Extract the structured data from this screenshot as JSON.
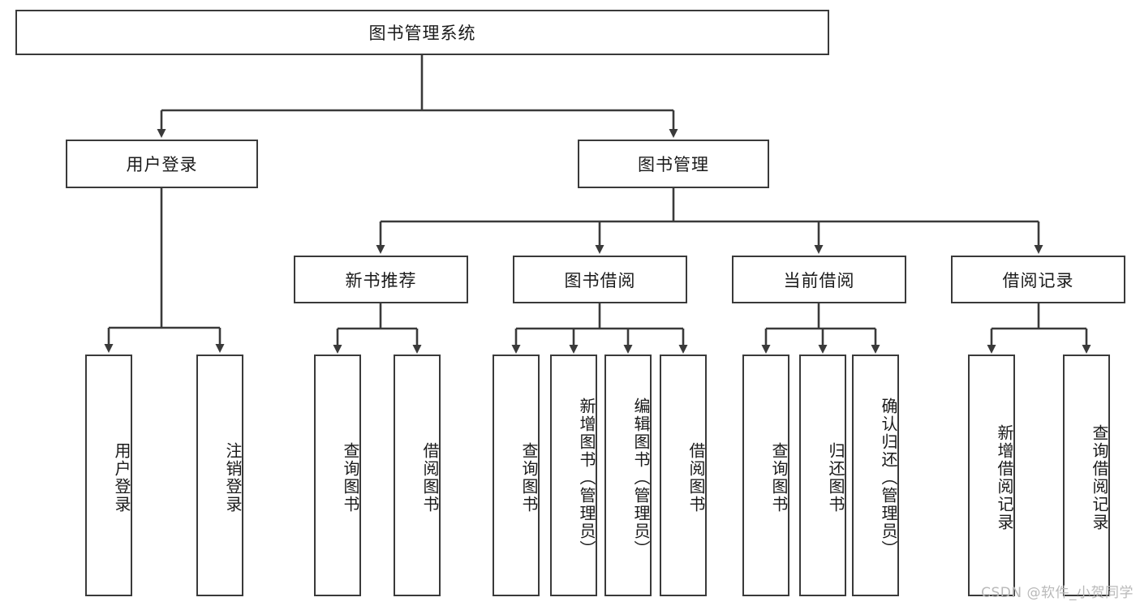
{
  "diagram": {
    "type": "tree-hierarchy",
    "root": {
      "label": "图书管理系统"
    },
    "level1": [
      {
        "label": "用户登录"
      },
      {
        "label": "图书管理"
      }
    ],
    "level2": [
      {
        "label": "新书推荐"
      },
      {
        "label": "图书借阅"
      },
      {
        "label": "当前借阅"
      },
      {
        "label": "借阅记录"
      }
    ],
    "leaves": {
      "user_login": [
        {
          "label": "用户登录"
        },
        {
          "label": "注销登录"
        }
      ],
      "new_book_recommend": [
        {
          "label": "查询图书"
        },
        {
          "label": "借阅图书"
        }
      ],
      "book_borrow": [
        {
          "label": "查询图书"
        },
        {
          "label": "新增图书（管理员）"
        },
        {
          "label": "编辑图书（管理员）"
        },
        {
          "label": "借阅图书"
        }
      ],
      "current_borrow": [
        {
          "label": "查询图书"
        },
        {
          "label": "归还图书"
        },
        {
          "label": "确认归还（管理员）"
        }
      ],
      "borrow_record": [
        {
          "label": "新增借阅记录"
        },
        {
          "label": "查询借阅记录"
        }
      ]
    }
  },
  "watermark": {
    "text": "CSDN @软件_小贺同学"
  },
  "colors": {
    "stroke": "#3a3a3a",
    "background": "#ffffff",
    "text": "#1a1a1a",
    "watermark": "#b9b9b9"
  }
}
